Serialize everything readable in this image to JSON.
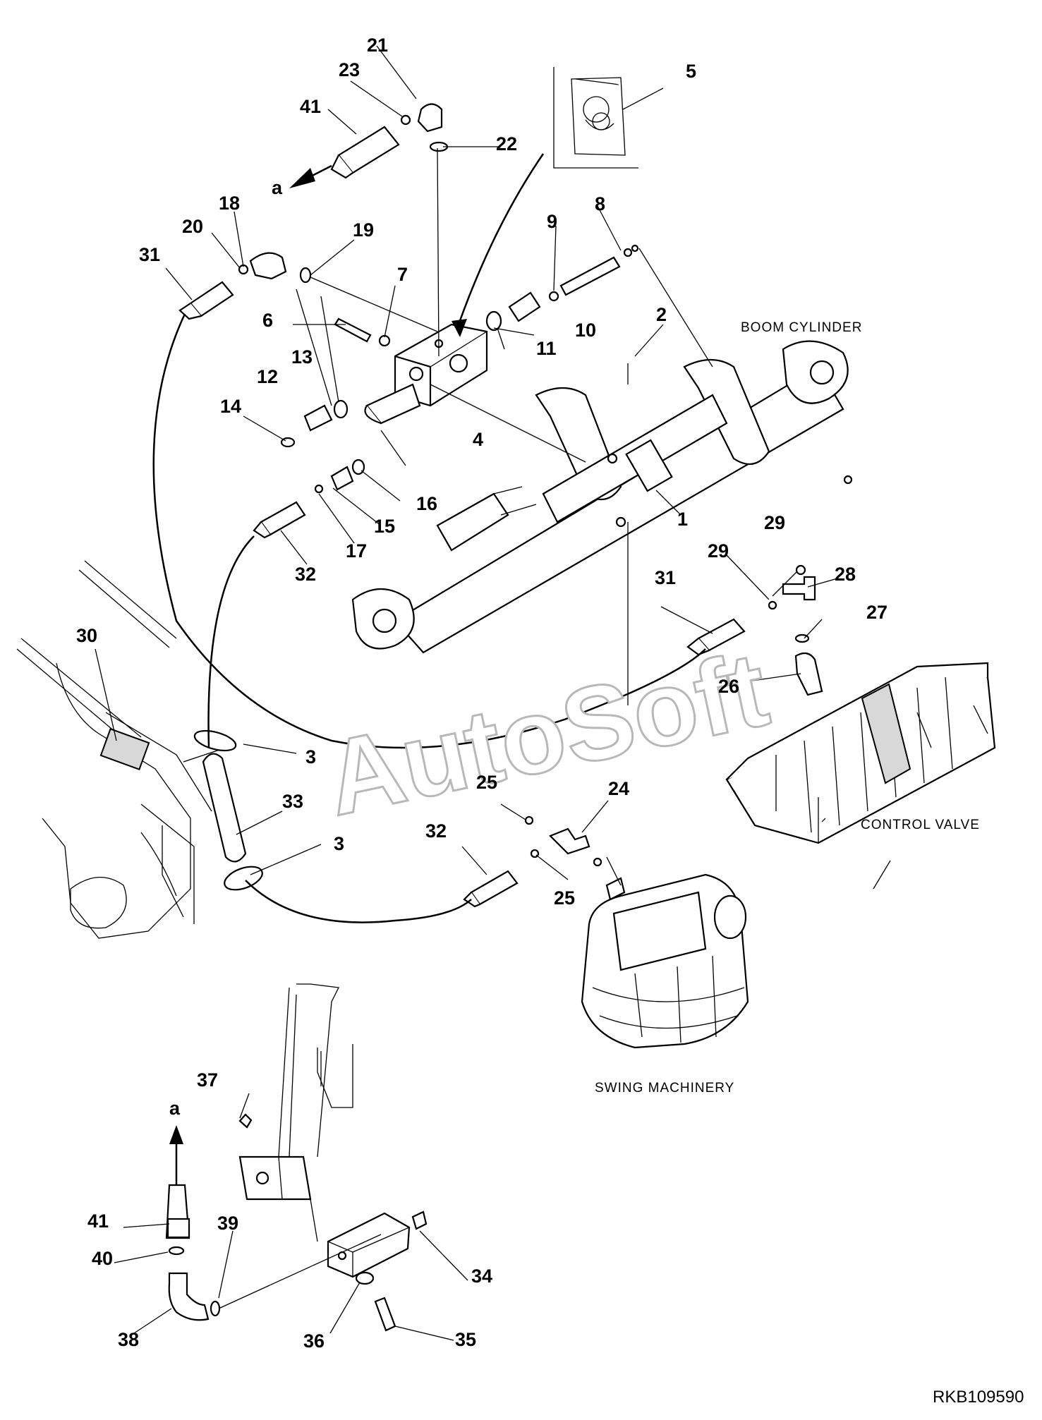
{
  "diagram": {
    "callouts": {
      "p1": "1",
      "p2": "2",
      "p3a": "3",
      "p3b": "3",
      "p4": "4",
      "p5": "5",
      "p6": "6",
      "p7": "7",
      "p8": "8",
      "p9": "9",
      "p10": "10",
      "p11": "11",
      "p12": "12",
      "p13": "13",
      "p14": "14",
      "p15": "15",
      "p16": "16",
      "p17": "17",
      "p18": "18",
      "p19": "19",
      "p20": "20",
      "p21": "21",
      "p22": "22",
      "p23": "23",
      "p24": "24",
      "p25a": "25",
      "p25b": "25",
      "p26": "26",
      "p27": "27",
      "p28": "28",
      "p29a": "29",
      "p29b": "29",
      "p30": "30",
      "p31a": "31",
      "p31b": "31",
      "p32a": "32",
      "p32b": "32",
      "p33": "33",
      "p34": "34",
      "p35": "35",
      "p36": "36",
      "p37": "37",
      "p38": "38",
      "p39": "39",
      "p40": "40",
      "p41a": "41",
      "p41b": "41"
    },
    "connector_marks": {
      "top": "a",
      "bottom": "a"
    },
    "assembly_labels": {
      "boom_cylinder": "BOOM CYLINDER",
      "control_valve": "CONTROL VALVE",
      "swing_machinery": "SWING MACHINERY"
    },
    "reference_code": "RKB109590",
    "watermark": "AutoSoft"
  }
}
